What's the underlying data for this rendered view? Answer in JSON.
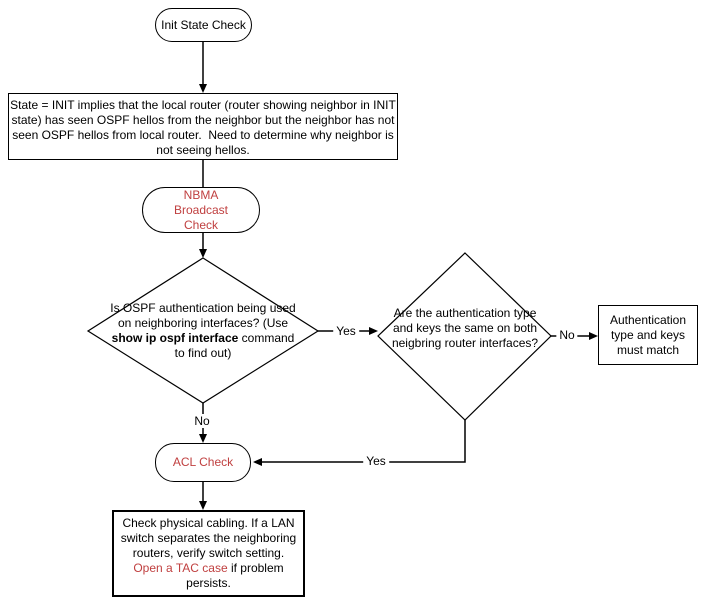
{
  "diagram": {
    "accent_red": "#c04040",
    "line_color": "#000000",
    "background": "#ffffff",
    "nodes": {
      "init": {
        "label": "Init State Check"
      },
      "info": {
        "text": "State = INIT implies that the local router (router showing neighbor in INIT state) has seen OSPF hellos from the neighbor but the neighbor has not seen OSPF hellos from local router.  Need to determine why neighbor is not seeing hellos."
      },
      "nbma": {
        "label": "NBMA Broadcast Check"
      },
      "auth_used": {
        "before": "Is OSPF authentication being used on neighboring interfaces? (Use ",
        "command": "show ip ospf interface",
        "after": " command to find out)"
      },
      "auth_same": {
        "text": "Are the authentication type and keys the same on both neigbring router interfaces?"
      },
      "auth_match": {
        "text": "Authentication type and keys must match"
      },
      "acl": {
        "label": "ACL Check"
      },
      "physical": {
        "before": "Check physical cabling. If a LAN switch separates the neighboring routers, verify switch setting. ",
        "red": "Open a TAC case",
        "after": " if problem persists."
      }
    },
    "edge_labels": {
      "yes_between_diamonds": "Yes",
      "no_to_match_box": "No",
      "no_to_acl": "No",
      "yes_return_to_acl": "Yes"
    }
  }
}
